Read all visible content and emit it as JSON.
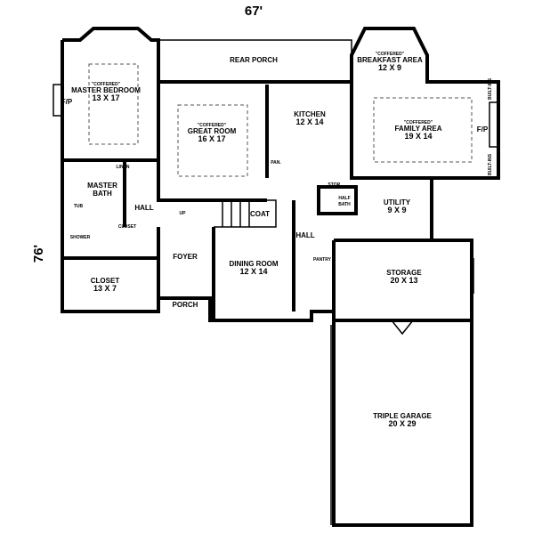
{
  "dimensions": {
    "width": "67'",
    "depth": "76'"
  },
  "coffered": "\"COFFERED\"",
  "rooms": {
    "master_bedroom": {
      "name": "MASTER BEDROOM",
      "size": "13 X 17"
    },
    "great_room": {
      "name": "GREAT ROOM",
      "size": "16 X 17"
    },
    "kitchen": {
      "name": "KITCHEN",
      "size": "12 X 14"
    },
    "breakfast": {
      "name": "BREAKFAST AREA",
      "size": "12 X 9"
    },
    "family": {
      "name": "FAMILY AREA",
      "size": "19 X 14"
    },
    "dining": {
      "name": "DINING ROOM",
      "size": "12 X 14"
    },
    "closet": {
      "name": "CLOSET",
      "size": "13 X 7"
    },
    "utility": {
      "name": "UTILITY",
      "size": "9 X 9"
    },
    "storage": {
      "name": "STORAGE",
      "size": "20 X 13"
    },
    "garage": {
      "name": "TRIPLE GARAGE",
      "size": "20 X 29"
    }
  },
  "labels": {
    "rear_porch": "REAR PORCH",
    "master_bath_1": "MASTER",
    "master_bath_2": "BATH",
    "hall": "HALL",
    "up": "UP",
    "coat": "COAT",
    "foyer": "FOYER",
    "porch": "PORCH",
    "pantry": "PANTRY",
    "half_bath_1": "HALF",
    "half_bath_2": "BATH",
    "fp": "F/P",
    "linen": "LINEN",
    "closet_small": "CLOSET",
    "shower": "SHOWER",
    "tub": "TUB",
    "pan": "PAN.",
    "stor": "STOR.",
    "built_ins": "BUILT-INS"
  }
}
